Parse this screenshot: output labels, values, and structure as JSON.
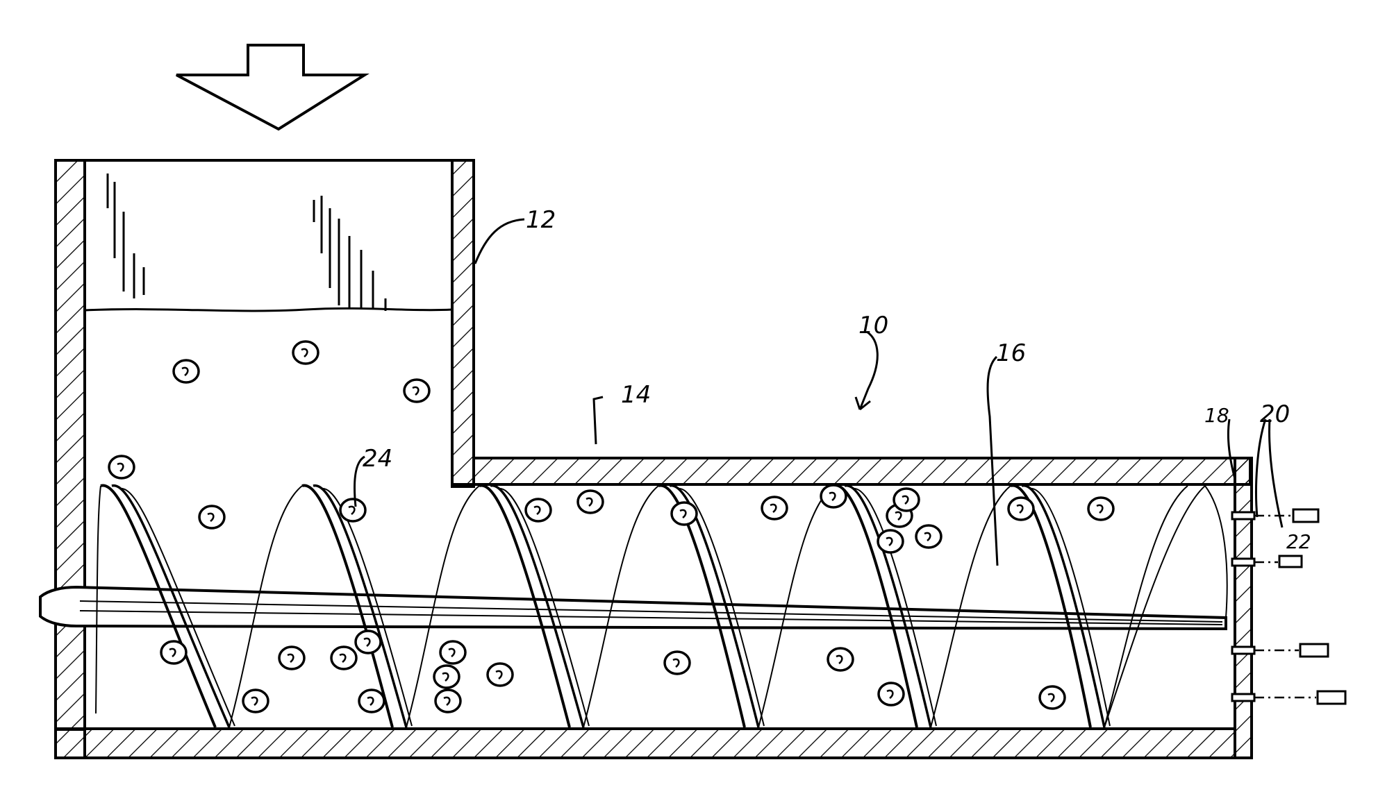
{
  "figure": {
    "type": "patent-line-drawing",
    "subject": "screw conveyor / extruder cross-section with feed hopper",
    "line_color": "#000000",
    "background": "#ffffff"
  },
  "labels": {
    "hopper": "12",
    "apparatus": "10",
    "barrel": "14",
    "screw": "16",
    "outlet_wall": "18",
    "outlet_ports": "20",
    "outlet_ports_lower": "22",
    "particles": "24"
  },
  "icons": {
    "feed": "feed-arrow-icon"
  }
}
